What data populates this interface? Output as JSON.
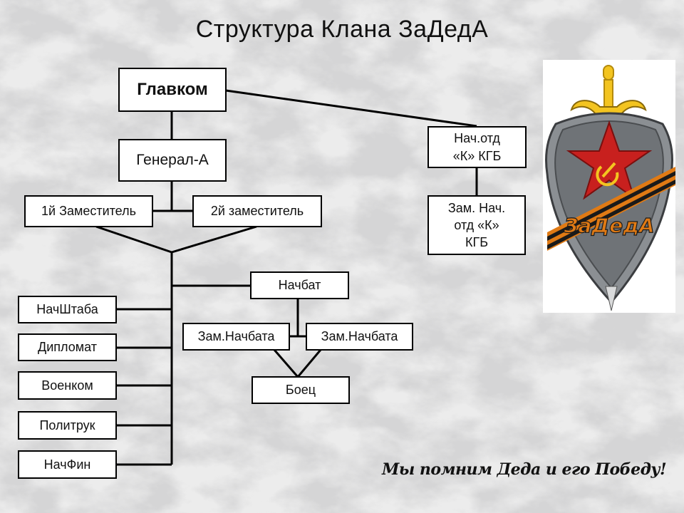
{
  "title": "Структура Клана ЗаДедА",
  "nodes": {
    "glavkom": "Главком",
    "general": "Генерал-А",
    "deputy1": "1й Заместитель",
    "deputy2": "2й заместитель",
    "kgb_head": "Нач.отд\n«К» КГБ",
    "kgb_deputy": "Зам. Нач.\nотд «К»\nКГБ",
    "nachbat": "Начбат",
    "zam_nachbata_left": "Зам.Начбата",
    "zam_nachbata_right": "Зам.Начбата",
    "boets": "Боец",
    "nachshtaba": "НачШтаба",
    "diplomat": "Дипломат",
    "voenkom": "Военком",
    "politruk": "Политрук",
    "nachfin": "НачФин"
  },
  "emblem": {
    "logo_text": "ЗаДедА",
    "star_color": "#c8201e",
    "shield_color": "#7b7f83",
    "ribbon_colors": [
      "#e07a14",
      "#1a1a1a"
    ],
    "sword_color": "#f3c420"
  },
  "slogan": "Мы помним Деда и его Победу!"
}
